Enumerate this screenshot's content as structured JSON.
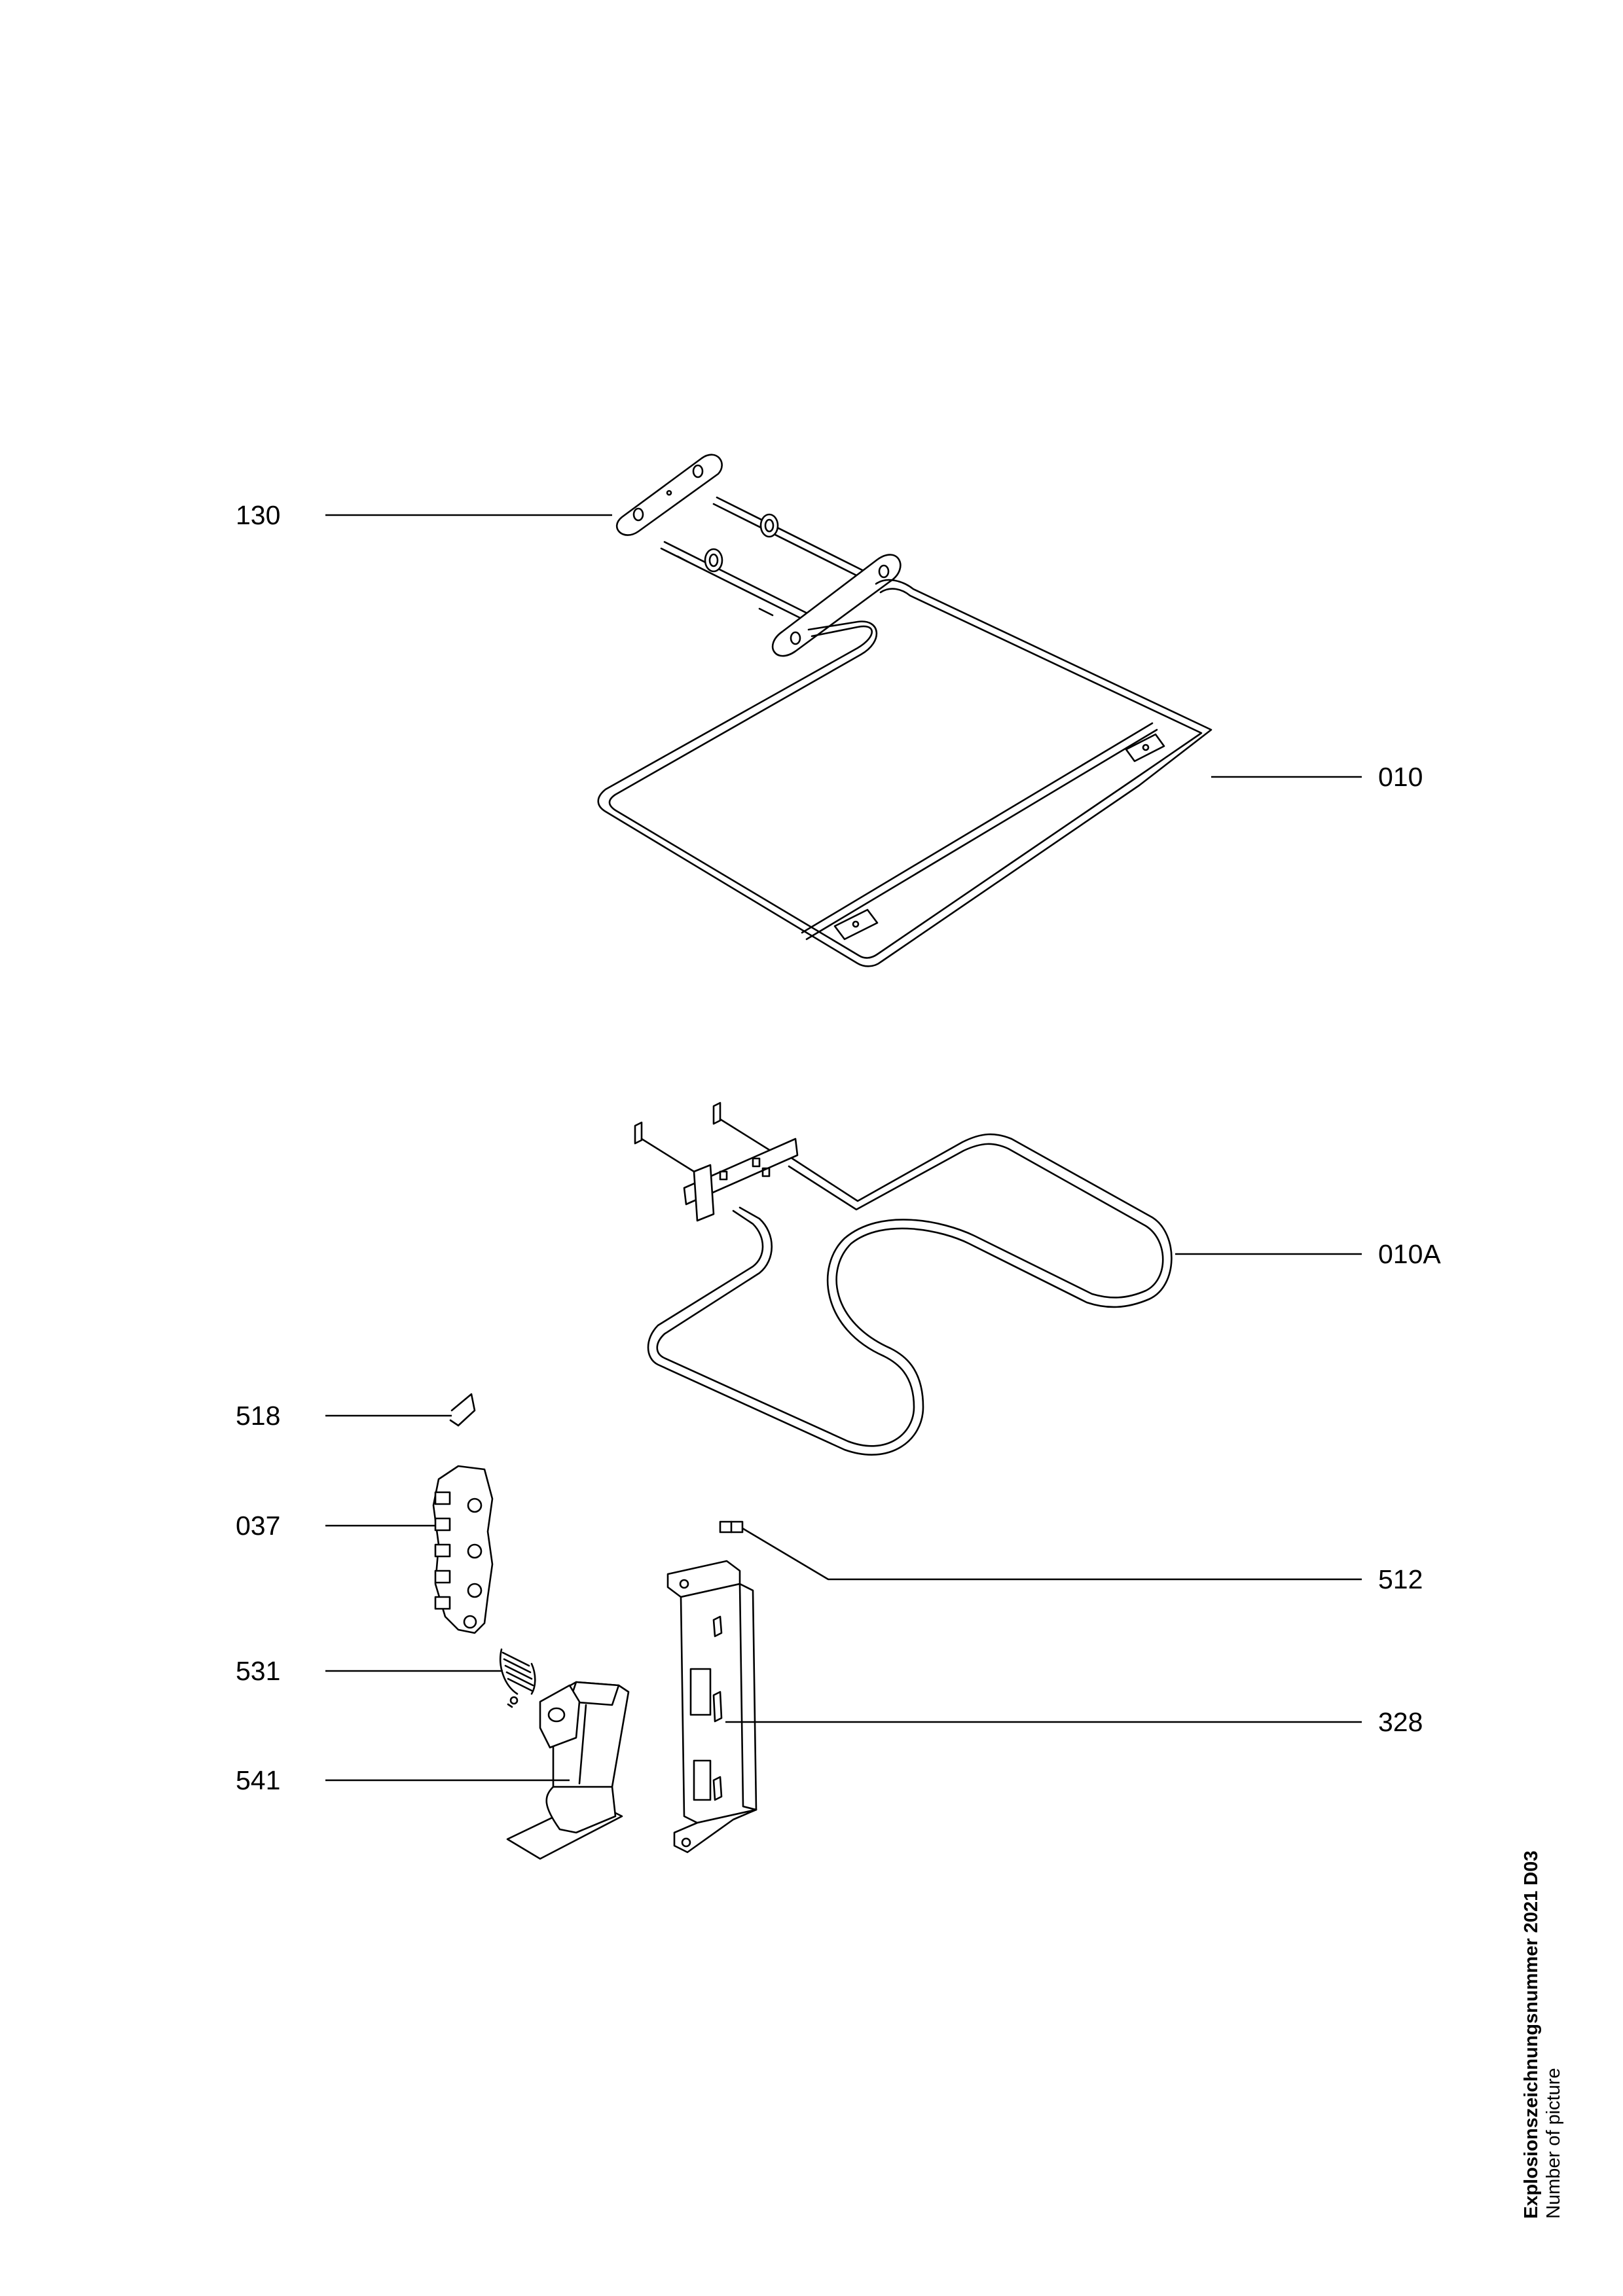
{
  "callouts": {
    "p130": "130",
    "p010": "010",
    "p010a": "010A",
    "p518": "518",
    "p037": "037",
    "p512": "512",
    "p531": "531",
    "p328": "328",
    "p541": "541"
  },
  "caption": {
    "title": "Explosionszeichnungsnummer 2021 D03",
    "subtitle": "Number of picture"
  }
}
